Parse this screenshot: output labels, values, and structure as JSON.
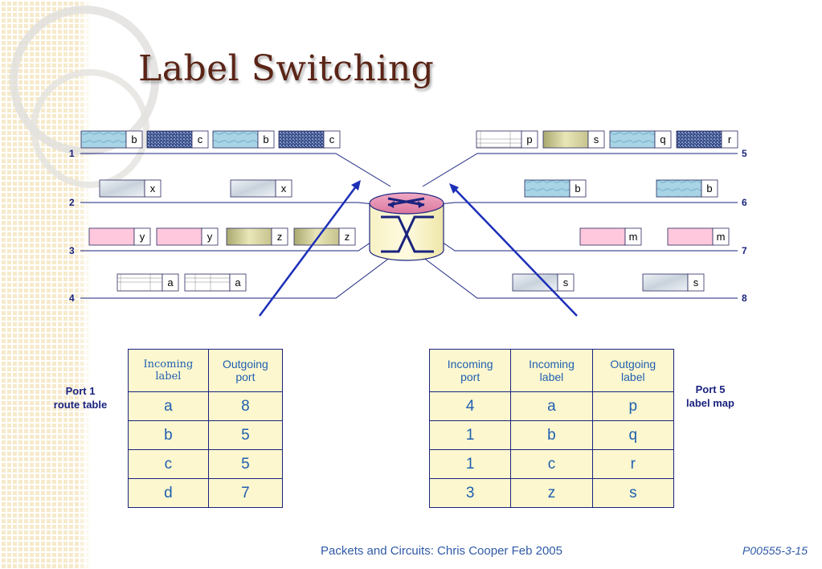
{
  "title": "Label Switching",
  "ports_left": [
    "1",
    "2",
    "3",
    "4"
  ],
  "ports_right": [
    "5",
    "6",
    "7",
    "8"
  ],
  "packets": {
    "row1_left": [
      "b",
      "c",
      "b",
      "c"
    ],
    "row2_left": [
      "x",
      "x"
    ],
    "row3_left": [
      "y",
      "y",
      "z",
      "z"
    ],
    "row4_left": [
      "a",
      "a"
    ],
    "row5_right": [
      "p",
      "s",
      "q",
      "r"
    ],
    "row6_right": [
      "b",
      "b"
    ],
    "row7_right": [
      "m",
      "m"
    ],
    "row8_right": [
      "s",
      "s"
    ]
  },
  "table_left": {
    "side_label": [
      "Port 1",
      "route table"
    ],
    "headers": [
      [
        "Incoming",
        "label"
      ],
      [
        "Outgoing",
        "port"
      ]
    ],
    "rows": [
      [
        "a",
        "8"
      ],
      [
        "b",
        "5"
      ],
      [
        "c",
        "5"
      ],
      [
        "d",
        "7"
      ]
    ]
  },
  "table_right": {
    "side_label": [
      "Port 5",
      "label map"
    ],
    "headers": [
      [
        "Incoming",
        "port"
      ],
      [
        "Incoming",
        "label"
      ],
      [
        "Outgoing",
        "label"
      ]
    ],
    "rows": [
      [
        "4",
        "a",
        "p"
      ],
      [
        "1",
        "b",
        "q"
      ],
      [
        "1",
        "c",
        "r"
      ],
      [
        "3",
        "z",
        "s"
      ]
    ]
  },
  "footer": "Packets and Circuits:  Chris Cooper  Feb 2005",
  "slide_id": "P00555-3-15",
  "colors": {
    "title": "#5a2416",
    "line": "#1a237e",
    "table_bg": "#fcf7cf",
    "table_text": "#1f5fb0",
    "packet_pink": "#ffc8dc",
    "packet_olive": "#c7c38e",
    "packet_blue": "#a9d4e6",
    "packet_navy": "#3b4f8a",
    "packet_gray": "#c9d2dc"
  },
  "icons": [
    "router-icon",
    "switch-arrows-icon",
    "sidebar-circles-decoration"
  ]
}
